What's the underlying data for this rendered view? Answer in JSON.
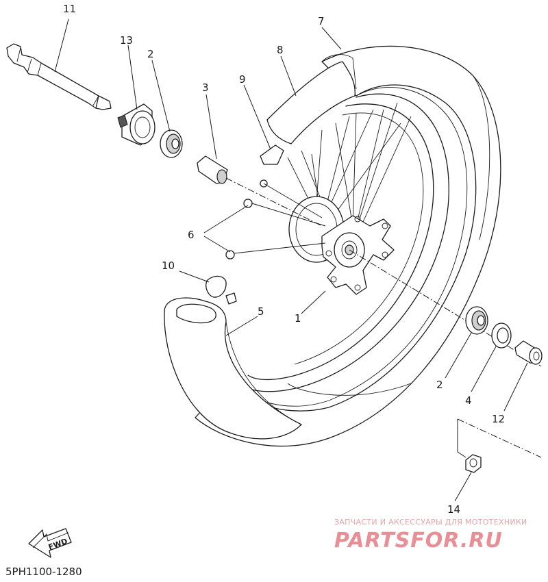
{
  "diagram": {
    "drawing_code": "5PH1100-1280",
    "fwd_label": "FWD",
    "callouts": [
      "1",
      "2",
      "3",
      "4",
      "5",
      "6",
      "7",
      "8",
      "9",
      "10",
      "11",
      "12",
      "13",
      "14"
    ],
    "callout_2b": "2",
    "watermark": {
      "tagline": "ЗАПЧАСТИ И АКСЕССУАРЫ ДЛЯ МОТОТЕХНИКИ",
      "brand": "PARTSFOR.RU"
    }
  }
}
